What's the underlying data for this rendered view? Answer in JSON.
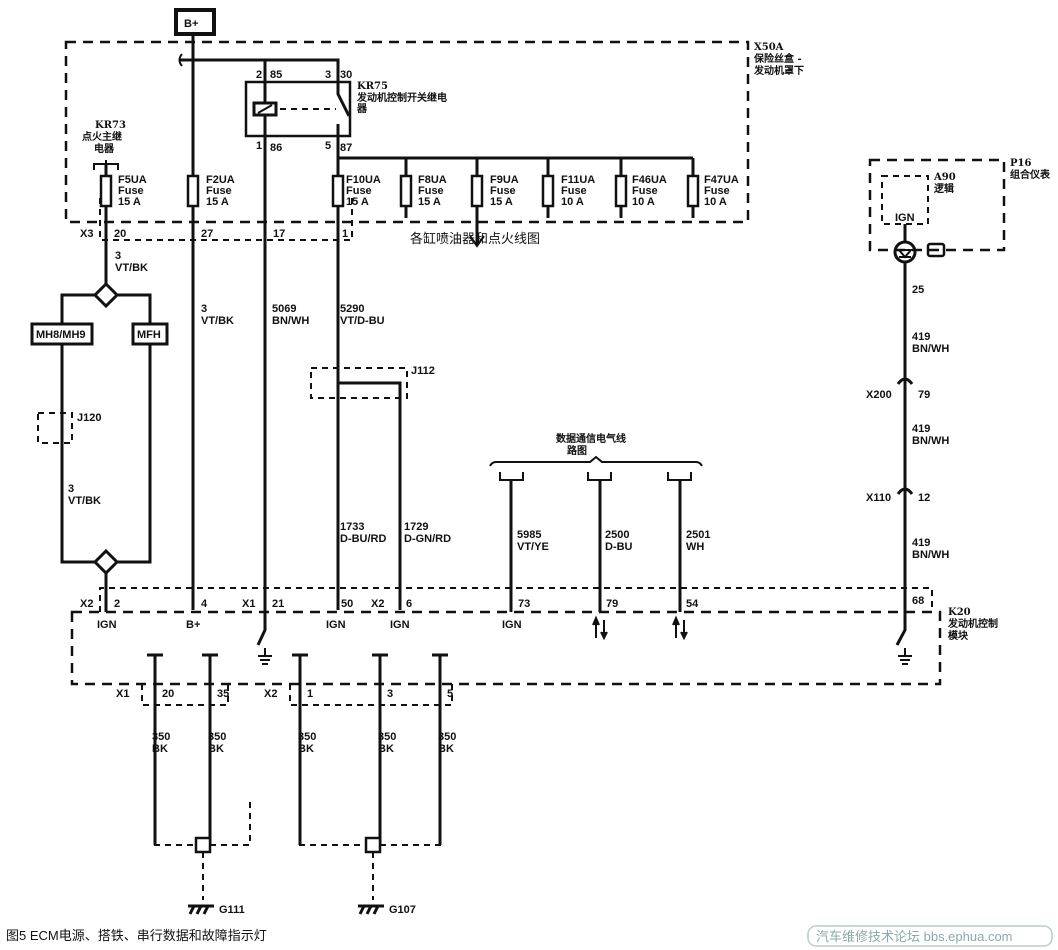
{
  "power": {
    "bplus": "B+"
  },
  "fuse_box": {
    "id": "X50A",
    "name1": "保险丝盒 -",
    "name2": "发动机罩下"
  },
  "relay_kr75": {
    "id": "KR75",
    "name1": "发动机控制开关继电",
    "name2": "器",
    "pins": [
      "2",
      "85",
      "3",
      "30",
      "1",
      "86",
      "5",
      "87"
    ]
  },
  "relay_kr73": {
    "id": "KR73",
    "name1": "点火主继",
    "name2": "电器"
  },
  "fuses": [
    {
      "name": "F5UA",
      "type": "Fuse",
      "rating": "15 A"
    },
    {
      "name": "F2UA",
      "type": "Fuse",
      "rating": "15 A"
    },
    {
      "name": "F10UA",
      "type": "Fuse",
      "rating": "15 A"
    },
    {
      "name": "F8UA",
      "type": "Fuse",
      "rating": "15 A"
    },
    {
      "name": "F9UA",
      "type": "Fuse",
      "rating": "15 A"
    },
    {
      "name": "F11UA",
      "type": "Fuse",
      "rating": "10 A"
    },
    {
      "name": "F46UA",
      "type": "Fuse",
      "rating": "10 A"
    },
    {
      "name": "F47UA",
      "type": "Fuse",
      "rating": "10 A"
    }
  ],
  "x3": {
    "label": "X3",
    "pins": [
      "20",
      "27",
      "17",
      "1"
    ]
  },
  "injector_ref": "各缸喷油器和点火线图",
  "wires": {
    "w1": {
      "num": "3",
      "color": "VT/BK"
    },
    "w2": {
      "num": "3",
      "color": "VT/BK"
    },
    "w3": {
      "num": "5069",
      "color": "BN/WH"
    },
    "w4": {
      "num": "5290",
      "color": "VT/D-BU"
    },
    "w5": {
      "num": "3",
      "color": "VT/BK"
    },
    "w6": {
      "num": "1733",
      "color": "D-BU/RD"
    },
    "w7": {
      "num": "1729",
      "color": "D-GN/RD"
    },
    "w8": {
      "num": "5985",
      "color": "VT/YE"
    },
    "w9": {
      "num": "2500",
      "color": "D-BU"
    },
    "w10": {
      "num": "2501",
      "color": "WH"
    },
    "w11": {
      "num": "419",
      "color": "BN/WH"
    },
    "w12": {
      "num": "419",
      "color": "BN/WH"
    },
    "w13": {
      "num": "419",
      "color": "BN/WH"
    },
    "g": {
      "num": "350",
      "color": "BK"
    }
  },
  "options": {
    "mh": "MH8/MH9",
    "mfh": "MFH"
  },
  "splices": {
    "j120": "J120",
    "j112": "J112"
  },
  "data_comm": {
    "line1": "数据通信电气线",
    "line2": "路图"
  },
  "cluster": {
    "id": "P16",
    "name": "组合仪表",
    "logic_id": "A90",
    "logic_name": "逻辑",
    "ign": "IGN",
    "pin": "25"
  },
  "inline": {
    "x200": "X200",
    "x200_pin": "79",
    "x110": "X110",
    "x110_pin": "12"
  },
  "ecm": {
    "id": "K20",
    "name1": "发动机控制",
    "name2": "模块",
    "pins": [
      {
        "conn": "X2",
        "pin": "2",
        "func": "IGN"
      },
      {
        "pin": "4",
        "func": "B+"
      },
      {
        "conn": "X1",
        "pin": "21"
      },
      {
        "pin": "50",
        "func": "IGN"
      },
      {
        "conn": "X2",
        "pin": "6",
        "func": "IGN"
      },
      {
        "pin": "73",
        "func": "IGN"
      },
      {
        "pin": "79"
      },
      {
        "pin": "54"
      },
      {
        "pin": "68"
      }
    ],
    "ground_pins": [
      {
        "conn": "X1",
        "pin": "20"
      },
      {
        "pin": "35"
      },
      {
        "conn": "X2",
        "pin": "1"
      },
      {
        "pin": "3"
      },
      {
        "pin": "5"
      }
    ]
  },
  "grounds": [
    "G111",
    "G107"
  ],
  "caption": "图5   ECM电源、搭铁、串行数据和故障指示灯",
  "watermark": "汽车维修技术论坛 bbs.ephua.com"
}
